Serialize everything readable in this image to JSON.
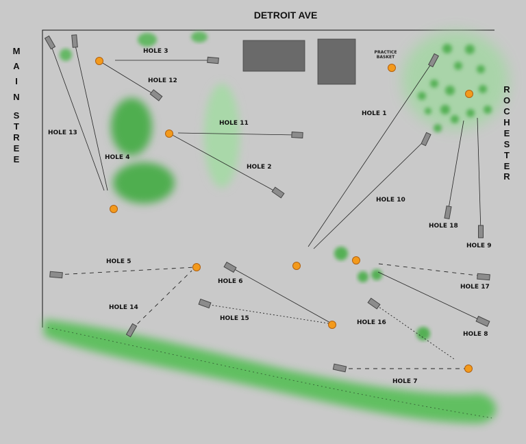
{
  "streets": {
    "top": "DETROIT AVE",
    "left": [
      "M",
      "A",
      "I",
      "N",
      "",
      "S",
      "T",
      "R",
      "E",
      "E",
      "T"
    ],
    "right": [
      "R",
      "O",
      "C",
      "H",
      "E",
      "S",
      "T",
      "E",
      "R"
    ]
  },
  "practice": [
    "PRACTICE",
    "BASKET"
  ],
  "holes": [
    {
      "label": "HOLE 1"
    },
    {
      "label": "HOLE 2"
    },
    {
      "label": "HOLE 3"
    },
    {
      "label": "HOLE 4"
    },
    {
      "label": "HOLE 5"
    },
    {
      "label": "HOLE 6"
    },
    {
      "label": "HOLE 7"
    },
    {
      "label": "HOLE 8"
    },
    {
      "label": "HOLE 9"
    },
    {
      "label": "HOLE 10"
    },
    {
      "label": "HOLE 11"
    },
    {
      "label": "HOLE 12"
    },
    {
      "label": "HOLE 13"
    },
    {
      "label": "HOLE  14"
    },
    {
      "label": "HOLE 15"
    },
    {
      "label": "HOLE 16"
    },
    {
      "label": "HOLE 17"
    },
    {
      "label": "HOLE 18"
    }
  ],
  "colors": {
    "background": "#c9c9c9",
    "basket": "#f39a1c",
    "tee_pad": "#8c8c8c",
    "building": "#6a6a6a",
    "vegetation": "#5cbf5c"
  }
}
